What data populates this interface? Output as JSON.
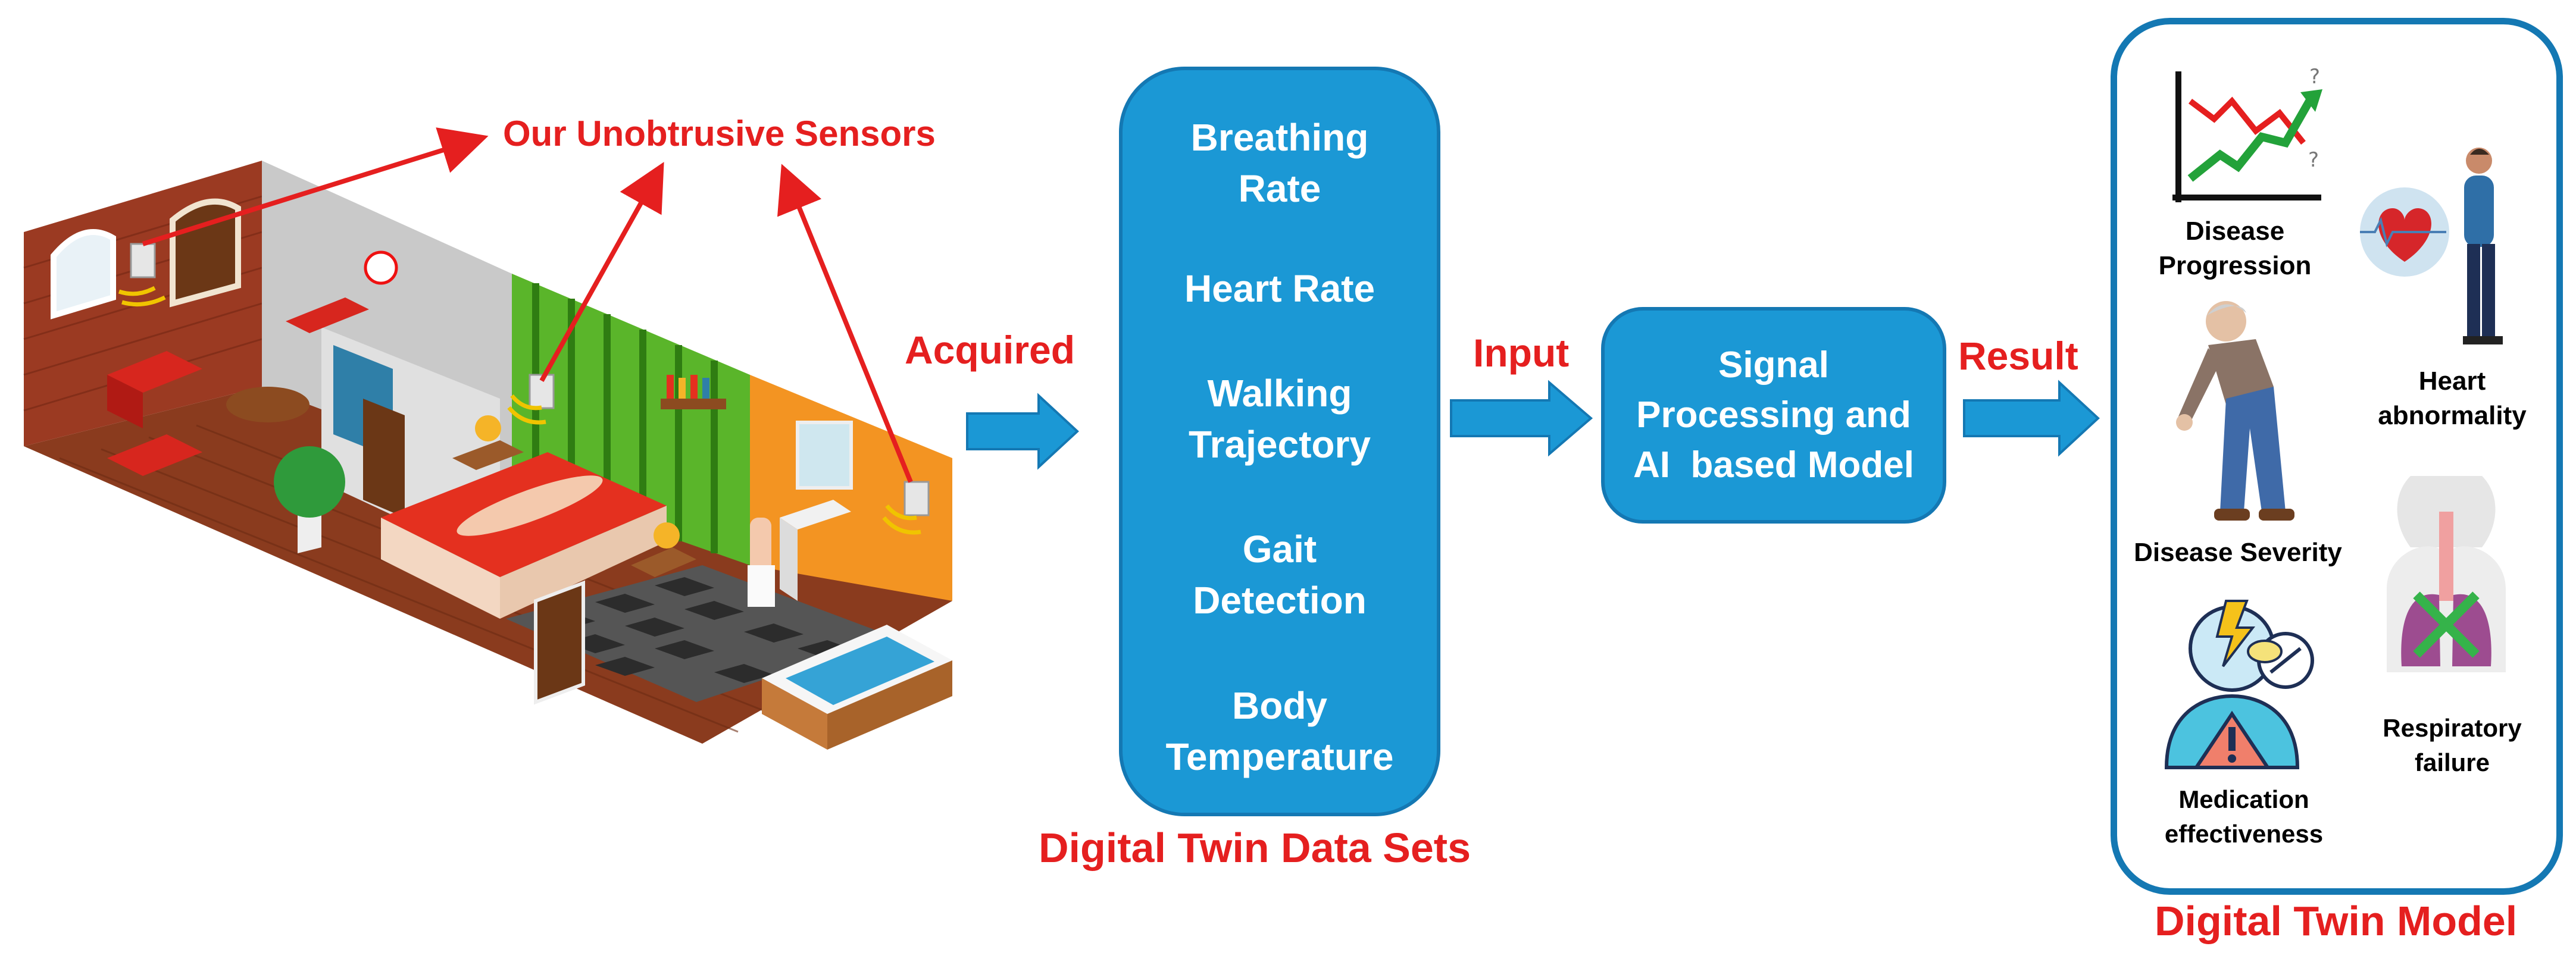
{
  "left_panel": {
    "sensors_label": "Our Unobtrusive Sensors"
  },
  "flow": {
    "acquired": "Acquired",
    "input": "Input",
    "result": "Result"
  },
  "datasets": {
    "items": [
      [
        "Breathing",
        "Rate"
      ],
      [
        "Heart Rate"
      ],
      [
        "Walking",
        "Trajectory"
      ],
      [
        "Gait",
        "Detection"
      ],
      [
        "Body",
        "Temperature"
      ]
    ],
    "caption": "Digital Twin Data Sets"
  },
  "model_box": {
    "lines": [
      "Signal",
      "Processing and",
      "AI  based Model"
    ]
  },
  "twin_model": {
    "caption": "Digital Twin Model",
    "outcomes": {
      "disease_progression": [
        "Disease",
        "Progression"
      ],
      "heart_abnormality": [
        "Heart",
        "abnormality"
      ],
      "disease_severity": [
        "Disease Severity"
      ],
      "respiratory_failure": [
        "Respiratory",
        "failure"
      ],
      "medication_effectiveness": [
        "Medication",
        "effectiveness"
      ]
    }
  },
  "colors": {
    "accent_red": "#e51f1f",
    "box_blue": "#1b98d5",
    "border_blue": "#1478b3"
  },
  "icons": [
    "isometric-apartment-illustration",
    "sensor-icon",
    "trend-chart-icon",
    "heart-patient-icon",
    "elderly-man-icon",
    "lungs-icon",
    "medication-head-icon"
  ]
}
